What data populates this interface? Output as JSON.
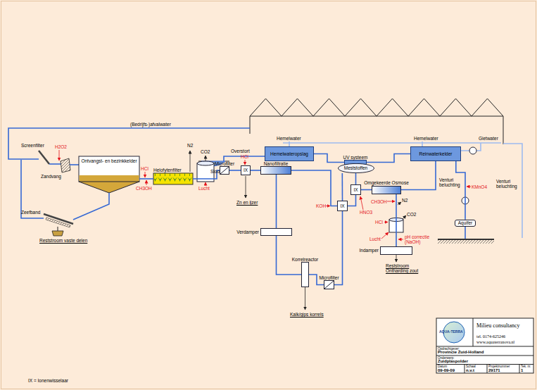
{
  "diagram": {
    "nodes": [
      {
        "text": [
          "Hemelwateropslag"
        ]
      },
      {
        "text": [
          "UV systeem"
        ]
      },
      {
        "text": [
          "Reinwaterkelder"
        ]
      },
      {
        "text": [
          "Ontvangst- en bezinkkelder"
        ]
      },
      {
        "text": [
          "Helofytenfilter"
        ]
      },
      {
        "text": [
          "Microfilter"
        ]
      },
      {
        "text": [
          "IX"
        ]
      },
      {
        "text": [
          "Nanofiltratie"
        ]
      },
      {
        "text": [
          "Verdamper"
        ]
      },
      {
        "text": [
          "Korrelreactor"
        ]
      },
      {
        "text": [
          "Microfilter"
        ]
      },
      {
        "text": [
          "IX"
        ]
      },
      {
        "text": [
          "Meststoffen"
        ]
      },
      {
        "text": [
          "IX"
        ]
      },
      {
        "text": [
          "Omgekeerde Osmose"
        ]
      },
      {
        "text": [
          "Indamper"
        ]
      },
      {
        "text": [
          "Aquifer"
        ]
      }
    ],
    "edges": [
      {
        "from": 0,
        "to": 1,
        "arrow": "none"
      },
      {
        "from": 1,
        "to": 2,
        "arrow": "none"
      },
      {
        "from": 3,
        "to": 4,
        "arrow": "none"
      },
      {
        "from": 4,
        "to": 5,
        "arrow": "none"
      },
      {
        "from": 5,
        "to": 6,
        "arrow": "none"
      },
      {
        "from": 6,
        "to": 7,
        "arrow": "none"
      },
      {
        "from": 7,
        "to": 8,
        "arrow": "none"
      },
      {
        "from": 7,
        "to": 11,
        "arrow": "none"
      },
      {
        "from": 8,
        "to": 9,
        "arrow": "none"
      },
      {
        "from": 9,
        "to": 10,
        "arrow": "none"
      },
      {
        "from": 10,
        "to": 11,
        "arrow": "none"
      },
      {
        "from": 11,
        "to": 13,
        "arrow": "none"
      },
      {
        "from": 12,
        "to": 11,
        "arrow": "none"
      },
      {
        "from": 12,
        "to": 13,
        "arrow": "none"
      },
      {
        "from": 13,
        "to": 14,
        "arrow": "none"
      },
      {
        "from": 14,
        "to": 15,
        "arrow": "none"
      },
      {
        "from": 14,
        "to": 2,
        "arrow": "none"
      },
      {
        "from": 2,
        "to": 16,
        "arrow": "none"
      }
    ],
    "labels": [
      "(Bedrijfs-)afvalwater",
      "Hemelwater",
      "Hemelwater",
      "Gietwater",
      "Overstort",
      "Sloot",
      "Screenfilter",
      "H2O2",
      "Zandvang",
      "N2",
      "HCl",
      "CH3OH",
      "CO2",
      "Lucht",
      "HCl",
      "Zn en ijzer",
      "Kalk/gips korrels",
      "KOH",
      "HNO3",
      "CH3OH",
      "N2",
      "HCl",
      "CO2",
      "Lucht",
      "pH correctie (NaOH)",
      "Reststroom Ontharding zout",
      "Venturi beluchting",
      "KMnO4",
      "Venturi beluchting",
      "Zeefband",
      "Reststroom vaste delen",
      "IX = Ionenwisselaar",
      "AQUA-TERRA",
      "Milieu consultancy",
      "tel. 0174-625246",
      "www.aquaterranova.nl",
      "Opdrachtgever:",
      "Provincie Zuid-Holland",
      "Onderwerp:",
      "Zuidplaspolder",
      "Datum",
      "09-09-09",
      "Schaal",
      "n.v.t",
      "Projektnummer",
      "29171",
      "Tek. nr.",
      "1"
    ]
  }
}
